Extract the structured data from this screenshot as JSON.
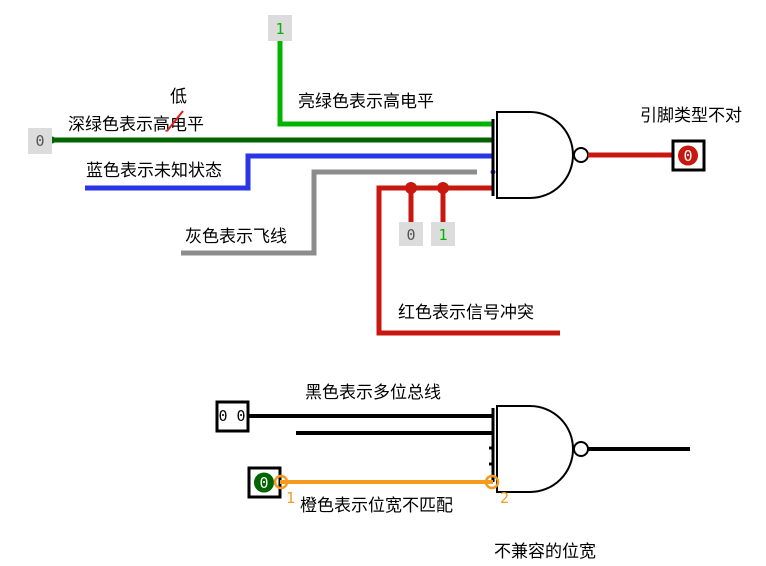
{
  "labels": {
    "dark_green": "深绿色表示高电平",
    "correction": "低",
    "bright_green": "亮绿色表示高电平",
    "blue": "蓝色表示未知状态",
    "gray": "灰色表示飞线",
    "red": "红色表示信号冲突",
    "pin_type": "引脚类型不对",
    "black": "黑色表示多位总线",
    "orange": "橙色表示位宽不匹配",
    "incompatible": "不兼容的位宽"
  },
  "pins": {
    "input_top": "1",
    "input_left": "0",
    "input_red_a": "0",
    "input_red_b": "1",
    "output_bad": "0",
    "bus_input": "0 0",
    "width_input": "0",
    "width_left": "1",
    "width_right": "2"
  },
  "colors": {
    "dark_green": "#006400",
    "bright_green": "#00b400",
    "blue": "#2a36e6",
    "gray": "#8c8c8c",
    "red": "#c8170f",
    "orange": "#f59a1c",
    "black": "#000000"
  }
}
